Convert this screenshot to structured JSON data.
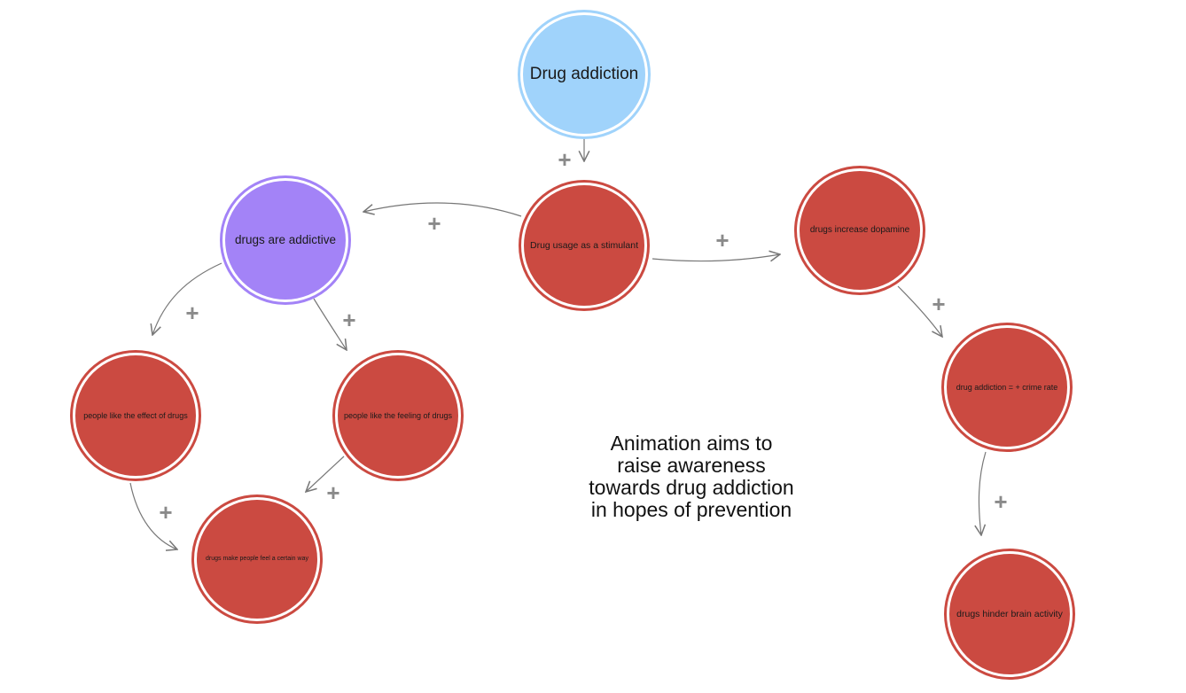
{
  "nodes": {
    "drug_addiction": "Drug addiction",
    "stimulant": "Drug usage as a stimulant",
    "addictive": "drugs are addictive",
    "dopamine": "drugs increase dopamine",
    "crime": "drug addiction = + crime rate",
    "brain": "drugs hinder brain activity",
    "effect": "people like the effect of drugs",
    "feeling": "people like the feeling of drugs",
    "certain_way": "drugs make people feel a certain way"
  },
  "polarity": "+",
  "note": "Animation aims to\nraise awareness\ntowards drug addiction\n in hopes of prevention",
  "colors": {
    "red_node": "#cb4a41",
    "purple_node": "#a383f7",
    "blue_node": "#a0d3fb",
    "edge": "#777777",
    "polarity": "#8a8a8a"
  }
}
